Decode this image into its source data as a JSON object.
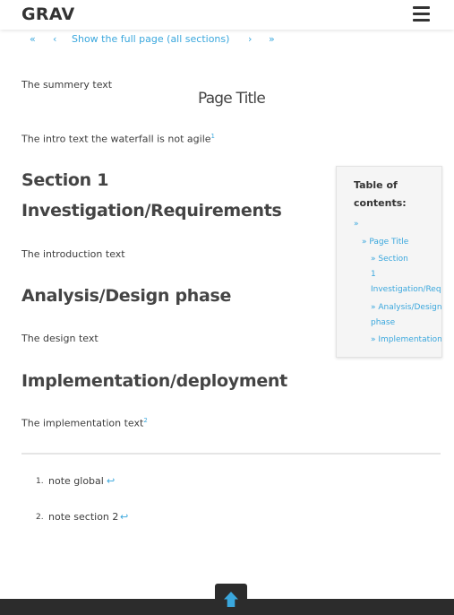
{
  "header": {
    "logo": "GRAV"
  },
  "pager": {
    "first": "«",
    "prev": "‹",
    "full_page": "Show the full page (all sections)",
    "next": "›",
    "last": "»"
  },
  "content": {
    "summary": "The summery text",
    "page_title": "Page Title",
    "intro": "The intro text the waterfall is not agile",
    "intro_ref": "1",
    "section1_line1": "Section 1",
    "section1_line2": "Investigation/Requirements",
    "introduction_text": "The introduction text",
    "section2": "Analysis/Design phase",
    "design_text": "The design text",
    "section3": "Implementation/deployment",
    "implementation_text": "The implementation text",
    "implementation_ref": "2"
  },
  "toc": {
    "title": "Table of contents:",
    "root": "»",
    "page_title": "» Page Title",
    "section1_a": "» Section",
    "section1_b": "1",
    "section1_c": "Investigation/Requirements",
    "section2_a": "» Analysis/Design",
    "section2_b": "phase",
    "section3": "» Implementation/deployment"
  },
  "footnotes": [
    {
      "num": "1.",
      "text": "note global",
      "back": "↩"
    },
    {
      "num": "2.",
      "text": "note section 2",
      "back": "↩"
    }
  ],
  "colors": {
    "link": "#3aa7dd",
    "footer": "#2c2c2c",
    "text": "#3d3d3d"
  },
  "icons": {
    "menu": "hamburger-icon",
    "back_to_top": "arrow-up-icon"
  }
}
